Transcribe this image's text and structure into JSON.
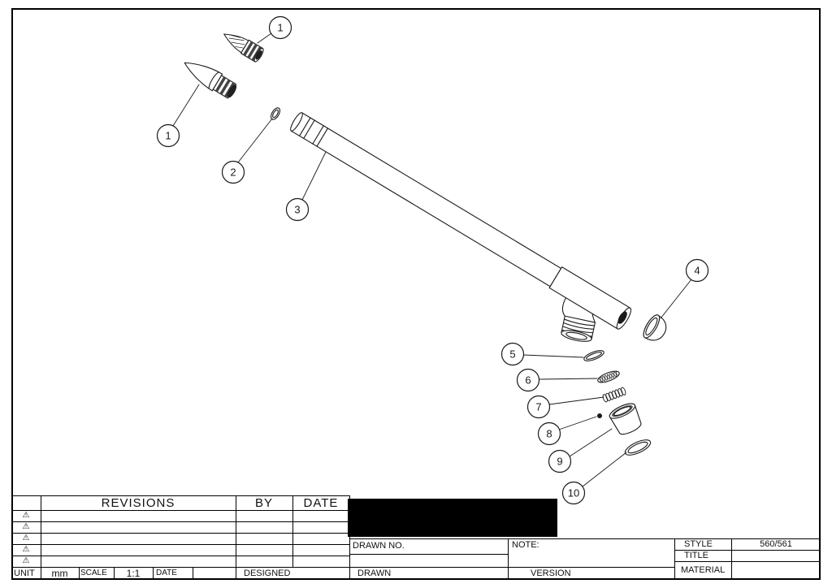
{
  "colors": {
    "ink": "#1a1a1a",
    "background": "#ffffff",
    "redaction_block": "#000000"
  },
  "icons": {
    "revision_triangle": "⚠"
  },
  "drawing": {
    "callouts": [
      {
        "num": "1"
      },
      {
        "num": "1"
      },
      {
        "num": "2"
      },
      {
        "num": "3"
      },
      {
        "num": "4"
      },
      {
        "num": "5"
      },
      {
        "num": "6"
      },
      {
        "num": "7"
      },
      {
        "num": "8"
      },
      {
        "num": "9"
      },
      {
        "num": "10"
      }
    ]
  },
  "title_block": {
    "revisions": "REVISIONS",
    "by": "BY",
    "date_col": "DATE",
    "unit_label": "UNIT",
    "unit_value": "mm",
    "scale_label": "SCALE",
    "scale_value": "1:1",
    "date_label": "DATE",
    "designed": "DESIGNED",
    "drawn_no": "DRAWN NO.",
    "drawn": "DRAWN",
    "note": "NOTE:",
    "version": "VERSION",
    "style_label": "STYLE",
    "style_value": "560/561",
    "title_label": "TITLE",
    "material_label": "MATERIAL"
  }
}
